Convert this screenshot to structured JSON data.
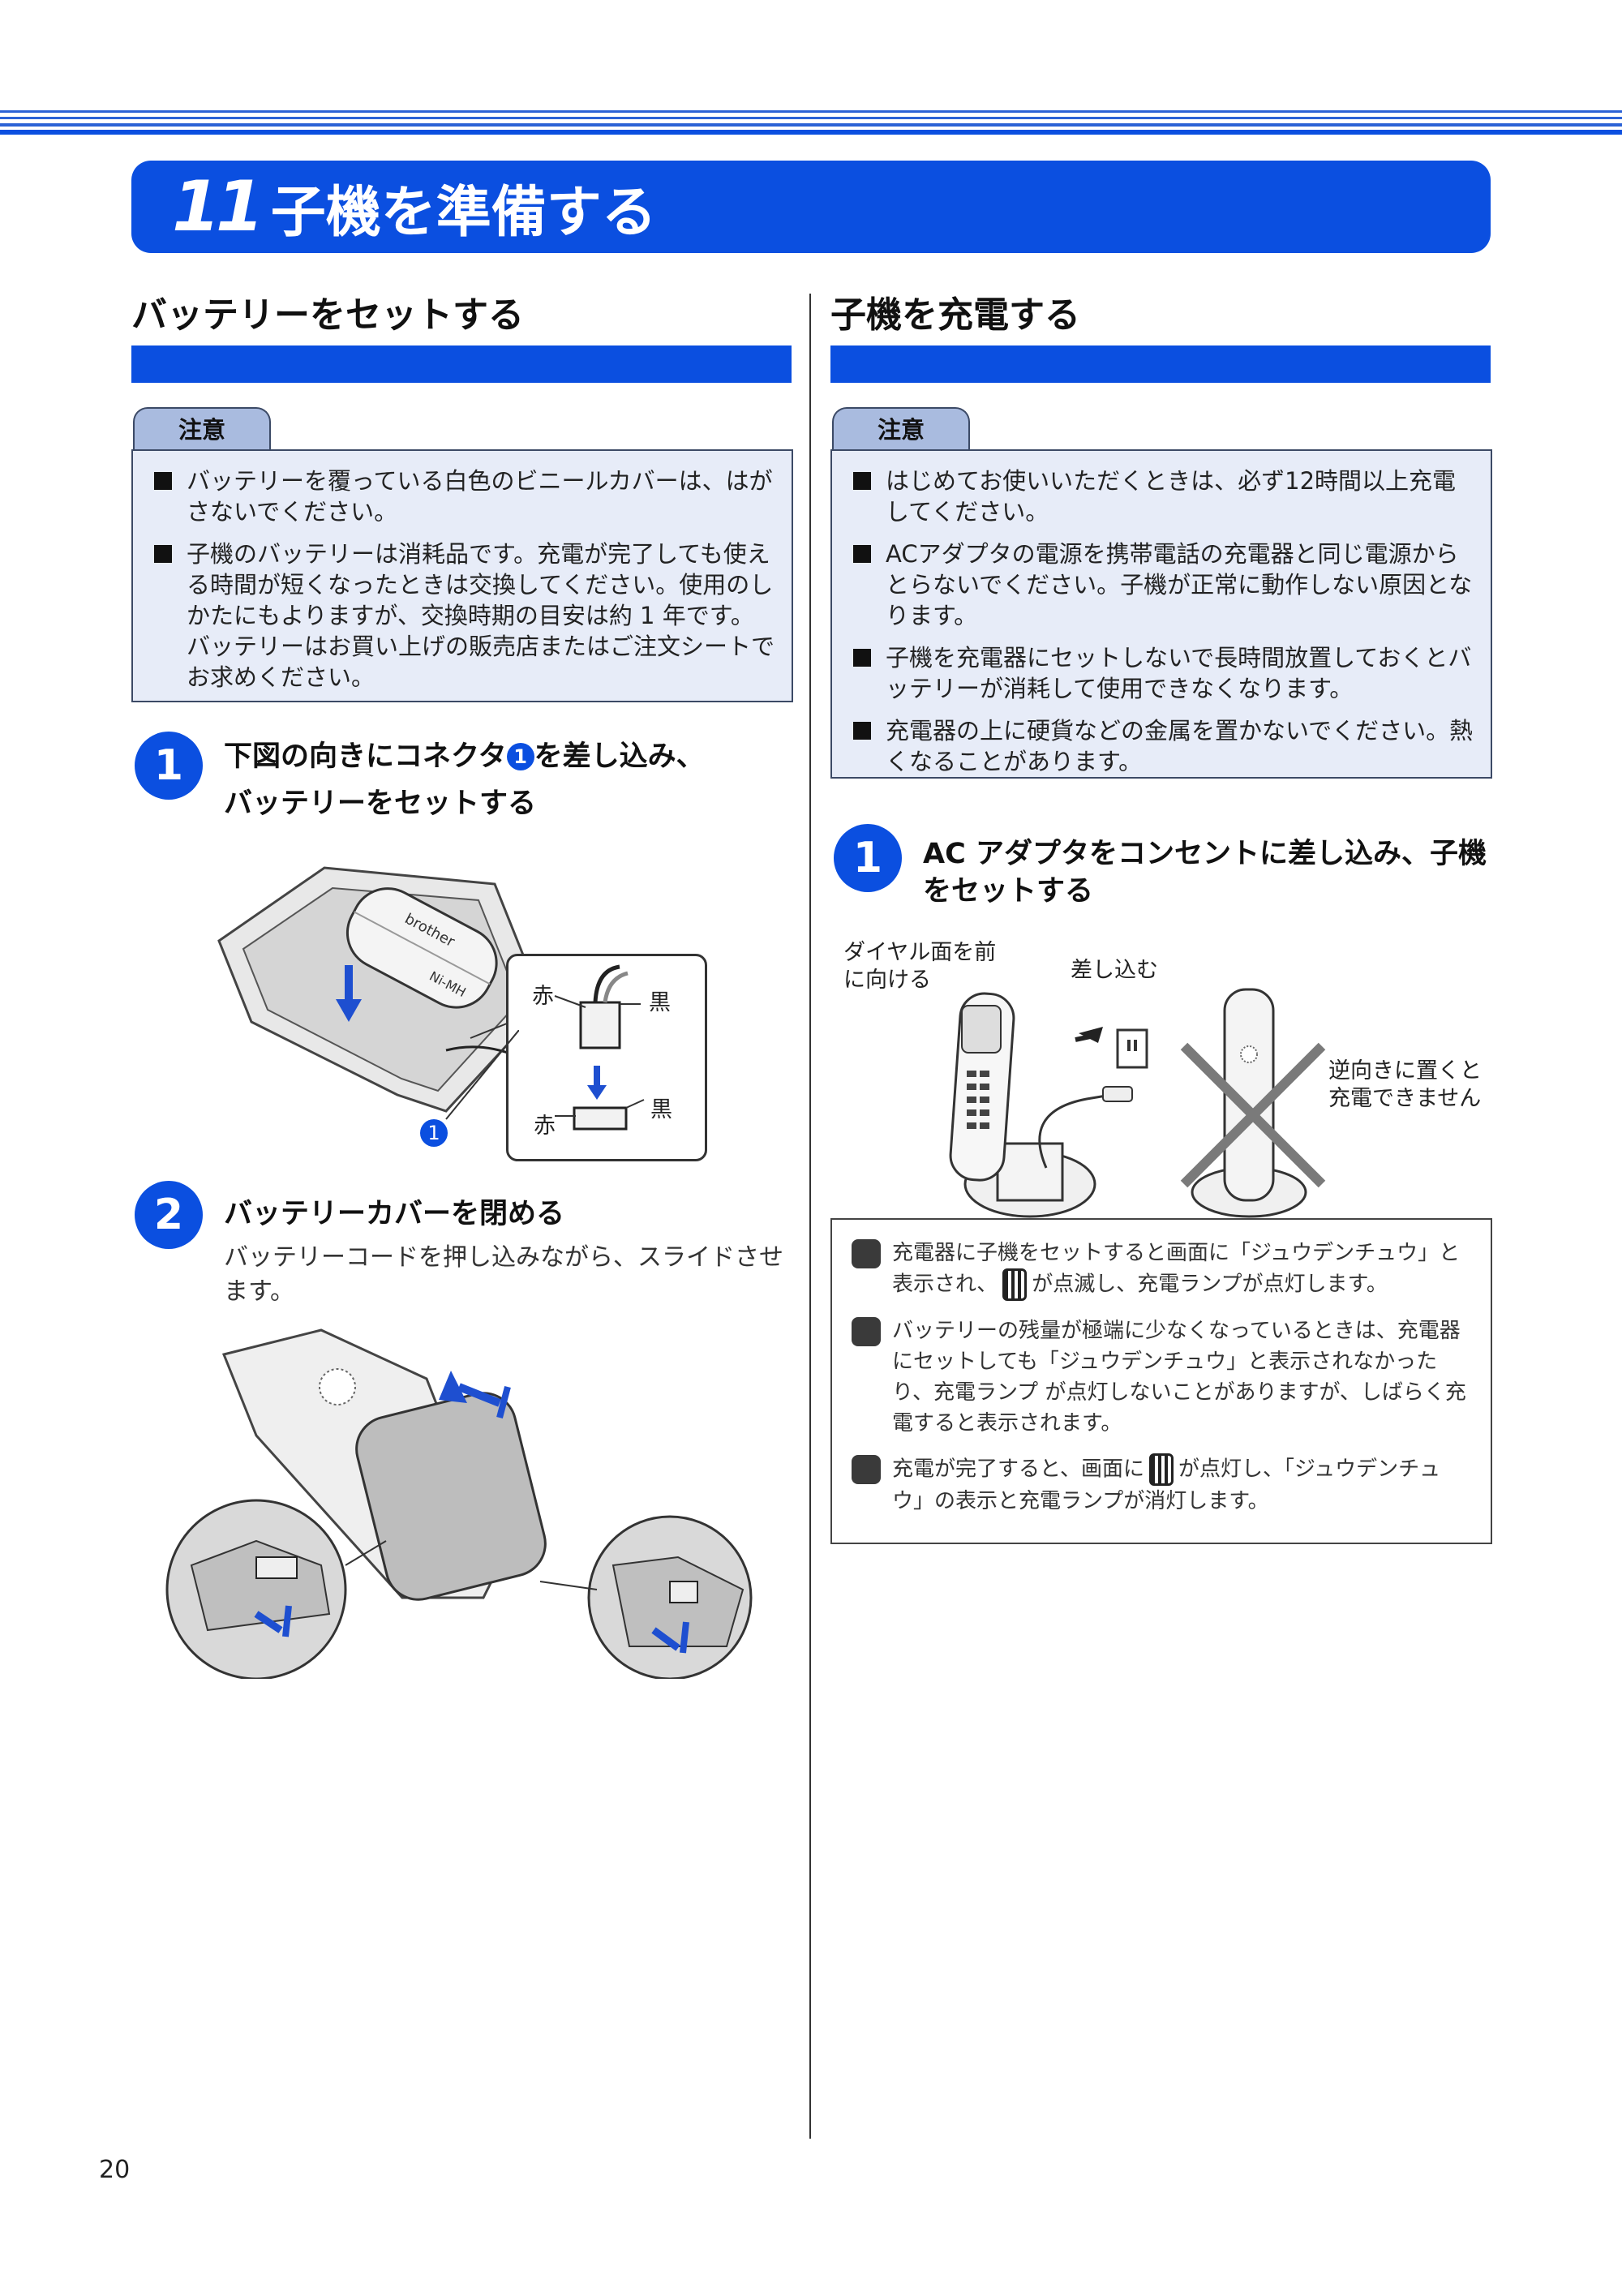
{
  "chapter": {
    "number": "11",
    "title": "子機を準備する"
  },
  "left": {
    "heading": "バッテリーをセットする",
    "caution": {
      "label": "注意",
      "items": [
        "バッテリーを覆っている白色のビニールカバーは、はがさないでください。",
        "子機のバッテリーは消耗品です。充電が完了しても使える時間が短くなったときは交換してください。使用のしかたにもよりますが、交換時期の目安は約 1 年です。バッテリーはお買い上げの販売店またはご注文シートでお求めください。"
      ]
    },
    "step1": {
      "number": "1",
      "title_a": "下図の向きにコネクタ",
      "callout": "1",
      "title_b": "を差し込み、",
      "title_c": "バッテリーをセットする",
      "figure": {
        "red1": "赤",
        "black1": "黒",
        "red2": "赤",
        "black2": "黒",
        "callout": "1",
        "battery_brand": "brother",
        "battery_type": "Ni-MH"
      }
    },
    "step2": {
      "number": "2",
      "title": "バッテリーカバーを閉める",
      "desc": "バッテリーコードを押し込みながら、スライドさせます。"
    }
  },
  "right": {
    "heading": "子機を充電する",
    "caution": {
      "label": "注意",
      "items": [
        "はじめてお使いいただくときは、必ず12時間以上充電してください。",
        "ACアダプタの電源を携帯電話の充電器と同じ電源からとらないでください。子機が正常に動作しない原因となります。",
        "子機を充電器にセットしないで長時間放置しておくとバッテリーが消耗して使用できなくなります。",
        "充電器の上に硬貨などの金属を置かないでください。熱くなることがあります。"
      ]
    },
    "step1": {
      "number": "1",
      "title": "AC アダプタをコンセントに差し込み、子機をセットする",
      "figure": {
        "dial_label": "ダイヤル面を前に向ける",
        "insert_label": "差し込む",
        "reverse_label": "逆向きに置くと充電できません"
      }
    },
    "notes": [
      {
        "a": "充電器に子機をセットすると画面に「ジュウデンチュウ」と表示され、",
        "b": "が点滅し、充電ランプが点灯します。"
      },
      {
        "a": "バッテリーの残量が極端に少なくなっているときは、充電器にセットしても「ジュウデンチュウ」と表示されなかったり、充電ランプ が点灯しないことがありますが、しばらく充電すると表示されます。",
        "b": ""
      },
      {
        "a": "充電が完了すると、画面に",
        "b": "が点灯し、「ジュウデンチュウ」の表示と充電ランプが消灯します。"
      }
    ]
  },
  "page_number": "20"
}
